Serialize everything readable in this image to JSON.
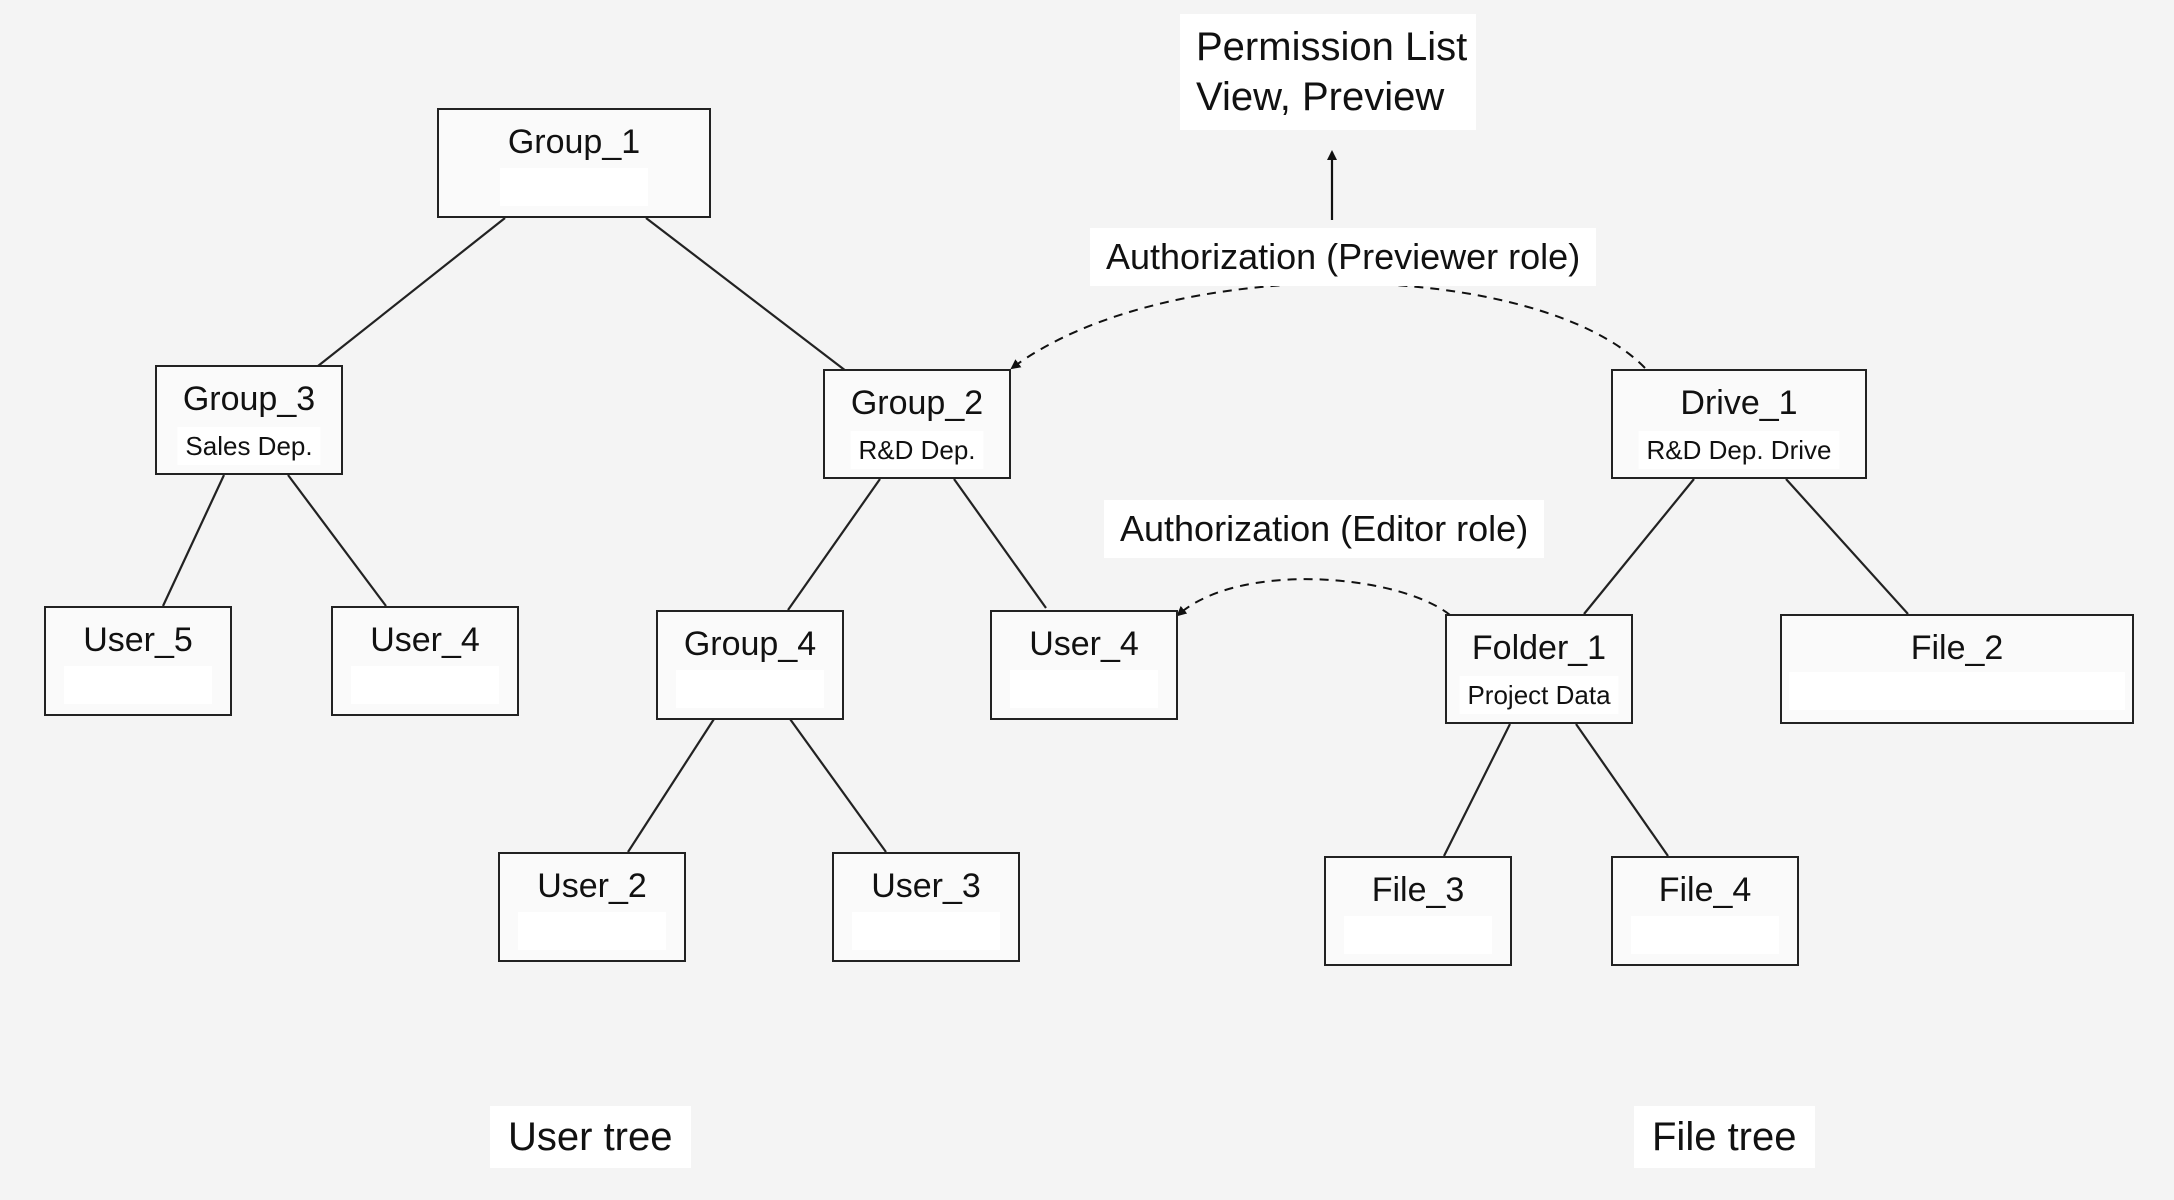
{
  "permission": {
    "line1": "Permission List",
    "line2": "View, Preview"
  },
  "edges": {
    "previewer_label": "Authorization (Previewer role)",
    "editor_label": "Authorization (Editor role)"
  },
  "user_tree": {
    "caption": "User tree",
    "group_1": {
      "title": "Group_1",
      "sub": ""
    },
    "group_3": {
      "title": "Group_3",
      "sub": "Sales Dep."
    },
    "group_2": {
      "title": "Group_2",
      "sub": "R&D Dep."
    },
    "user_5": {
      "title": "User_5",
      "sub": ""
    },
    "user_4a": {
      "title": "User_4",
      "sub": ""
    },
    "group_4": {
      "title": "Group_4",
      "sub": ""
    },
    "user_4b": {
      "title": "User_4",
      "sub": ""
    },
    "user_2": {
      "title": "User_2",
      "sub": ""
    },
    "user_3": {
      "title": "User_3",
      "sub": ""
    }
  },
  "file_tree": {
    "caption": "File tree",
    "drive_1": {
      "title": "Drive_1",
      "sub": "R&D Dep. Drive"
    },
    "folder_1": {
      "title": "Folder_1",
      "sub": "Project Data"
    },
    "file_2": {
      "title": "File_2",
      "sub": ""
    },
    "file_3": {
      "title": "File_3",
      "sub": ""
    },
    "file_4": {
      "title": "File_4",
      "sub": ""
    }
  }
}
